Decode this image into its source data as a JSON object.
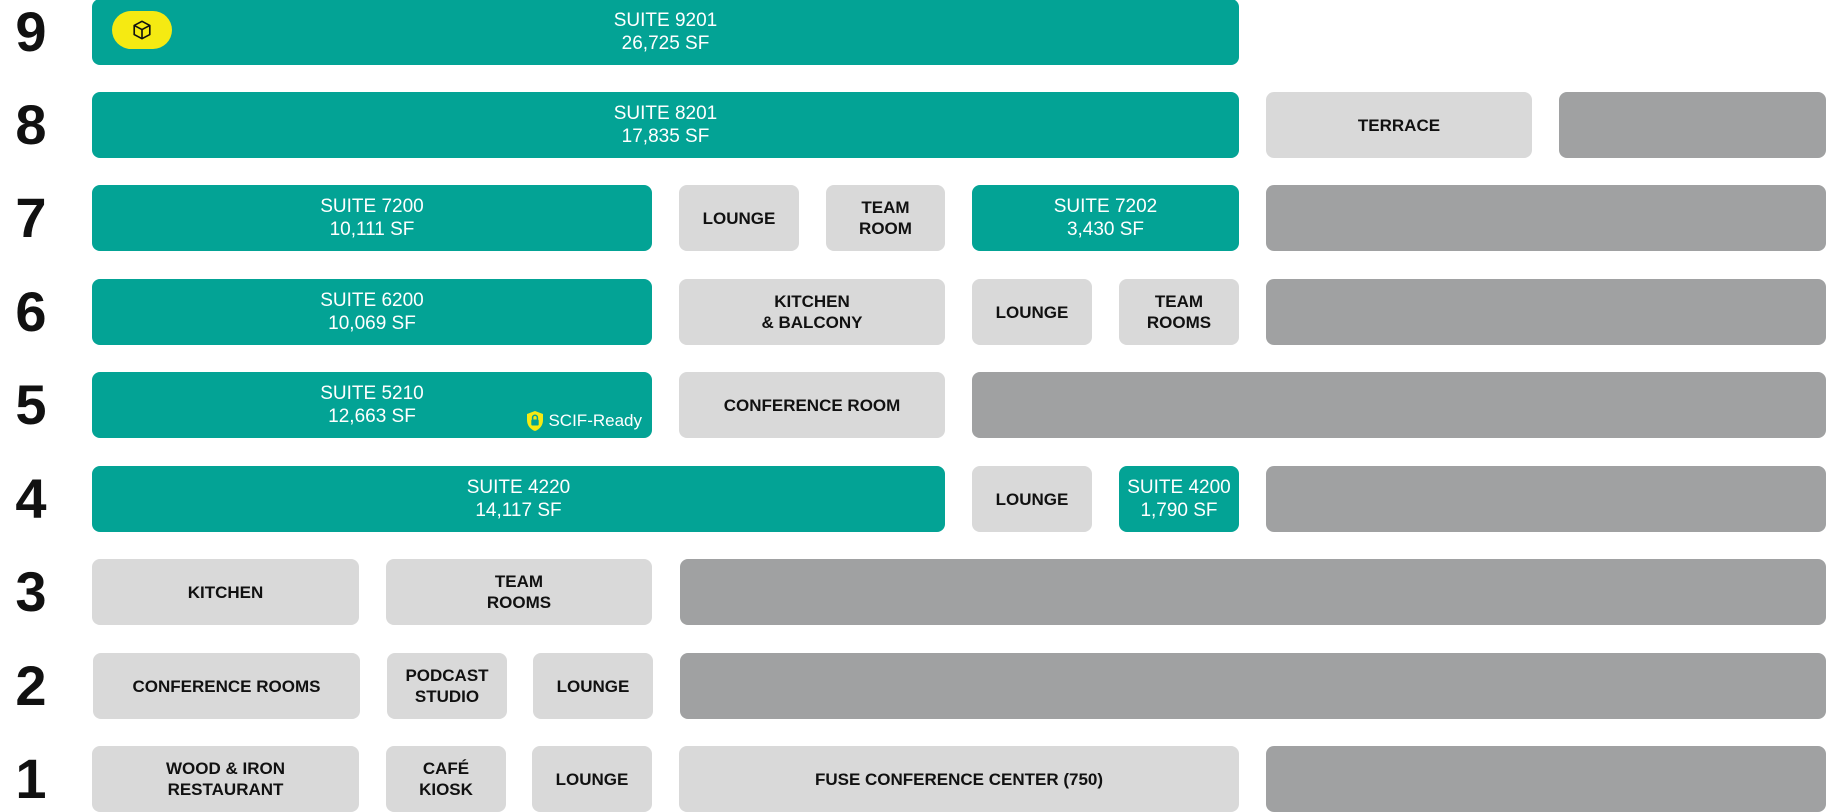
{
  "colors": {
    "suite": "#03a395",
    "amenity": "#d9d9d9",
    "unavailable": "#a0a1a2",
    "pill": "#f5ea12",
    "text_dark": "#111111"
  },
  "floors": [
    {
      "number": "9",
      "cells": [
        {
          "type": "suite",
          "lines": [
            "SUITE 9201",
            "26,725 SF"
          ],
          "has_3d_button": true,
          "icon": "cube-icon"
        }
      ]
    },
    {
      "number": "8",
      "cells": [
        {
          "type": "suite",
          "lines": [
            "SUITE 8201",
            "17,835 SF"
          ]
        },
        {
          "type": "amenity",
          "lines": [
            "TERRACE"
          ]
        },
        {
          "type": "unavailable",
          "lines": []
        }
      ]
    },
    {
      "number": "7",
      "cells": [
        {
          "type": "suite",
          "lines": [
            "SUITE 7200",
            "10,111 SF"
          ]
        },
        {
          "type": "amenity",
          "lines": [
            "LOUNGE"
          ]
        },
        {
          "type": "amenity",
          "lines": [
            "TEAM",
            "ROOM"
          ]
        },
        {
          "type": "suite",
          "lines": [
            "SUITE 7202",
            "3,430 SF"
          ]
        },
        {
          "type": "unavailable",
          "lines": []
        }
      ]
    },
    {
      "number": "6",
      "cells": [
        {
          "type": "suite",
          "lines": [
            "SUITE 6200",
            "10,069 SF"
          ]
        },
        {
          "type": "amenity",
          "lines": [
            "KITCHEN",
            "& BALCONY"
          ]
        },
        {
          "type": "amenity",
          "lines": [
            "LOUNGE"
          ]
        },
        {
          "type": "amenity",
          "lines": [
            "TEAM",
            "ROOMS"
          ]
        },
        {
          "type": "unavailable",
          "lines": []
        }
      ]
    },
    {
      "number": "5",
      "cells": [
        {
          "type": "suite",
          "lines": [
            "SUITE 5210",
            "12,663 SF"
          ],
          "badge": "SCIF-Ready",
          "badge_icon": "shield-lock-icon"
        },
        {
          "type": "amenity",
          "lines": [
            "CONFERENCE ROOM"
          ]
        },
        {
          "type": "unavailable",
          "lines": []
        }
      ]
    },
    {
      "number": "4",
      "cells": [
        {
          "type": "suite",
          "lines": [
            "SUITE 4220",
            "14,117 SF"
          ]
        },
        {
          "type": "amenity",
          "lines": [
            "LOUNGE"
          ]
        },
        {
          "type": "suite",
          "lines": [
            "SUITE 4200",
            "1,790 SF"
          ]
        },
        {
          "type": "unavailable",
          "lines": []
        }
      ]
    },
    {
      "number": "3",
      "cells": [
        {
          "type": "amenity",
          "lines": [
            "KITCHEN"
          ]
        },
        {
          "type": "amenity",
          "lines": [
            "TEAM",
            "ROOMS"
          ]
        },
        {
          "type": "unavailable",
          "lines": []
        }
      ]
    },
    {
      "number": "2",
      "cells": [
        {
          "type": "amenity",
          "lines": [
            "CONFERENCE ROOMS"
          ]
        },
        {
          "type": "amenity",
          "lines": [
            "PODCAST",
            "STUDIO"
          ]
        },
        {
          "type": "amenity",
          "lines": [
            "LOUNGE"
          ]
        },
        {
          "type": "unavailable",
          "lines": []
        }
      ]
    },
    {
      "number": "1",
      "cells": [
        {
          "type": "amenity",
          "lines": [
            "WOOD & IRON",
            "RESTAURANT"
          ]
        },
        {
          "type": "amenity",
          "lines": [
            "CAFÉ",
            "KIOSK"
          ]
        },
        {
          "type": "amenity",
          "lines": [
            "LOUNGE"
          ]
        },
        {
          "type": "amenity",
          "lines": [
            "FUSE CONFERENCE CENTER (750)"
          ]
        },
        {
          "type": "unavailable",
          "lines": []
        }
      ]
    }
  ]
}
